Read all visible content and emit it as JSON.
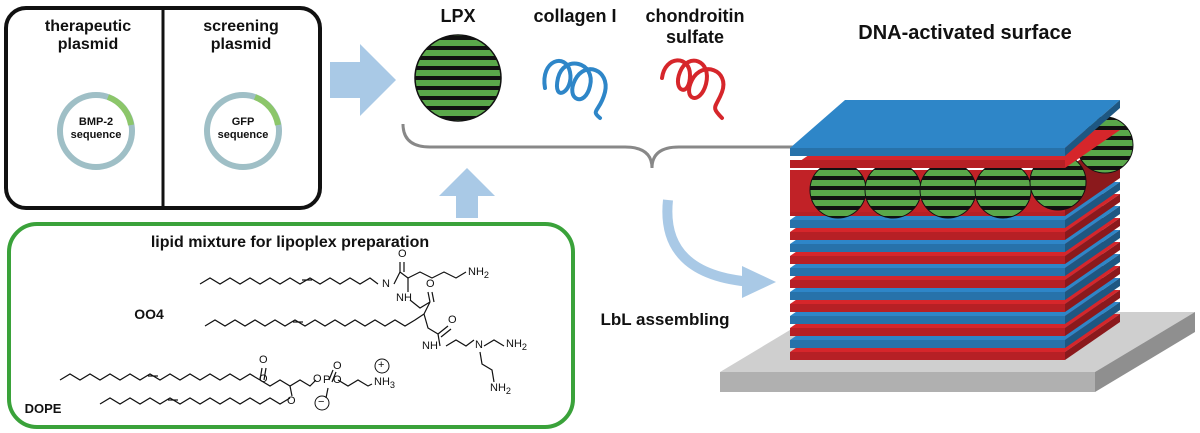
{
  "plasmid_box": {
    "therapeutic": {
      "title_line1": "therapeutic",
      "title_line2": "plasmid",
      "insert_line1": "BMP-2",
      "insert_line2": "sequence"
    },
    "screening": {
      "title_line1": "screening",
      "title_line2": "plasmid",
      "insert_line1": "GFP",
      "insert_line2": "sequence"
    }
  },
  "components": {
    "lpx": "LPX",
    "collagen": "collagen I",
    "chondroitin_line1": "chondroitin",
    "chondroitin_line2": "sulfate"
  },
  "surface_title": "DNA-activated surface",
  "assembly_label": "LbL assembling",
  "lipid_box": {
    "title": "lipid mixture for lipoplex preparation",
    "oo4_label": "OO4",
    "dope_label": "DOPE",
    "atoms": {
      "nitrogen": "N",
      "oxygen": "O",
      "phosphorus": "P",
      "amine": "NH",
      "sub2": "2",
      "sub3": "3",
      "plus": "+",
      "minus": "−"
    }
  },
  "colors": {
    "blue_layer": "#2e86c8",
    "red_layer": "#d6262b",
    "green_box": "#3aa23a",
    "lpx_green": "#5aa84a",
    "arrow_blue": "#a9c9e6",
    "substrate_gray": "#b5b5b5",
    "plasmid_ring": "#9fbfc6",
    "plasmid_insert": "#8cc66a"
  }
}
